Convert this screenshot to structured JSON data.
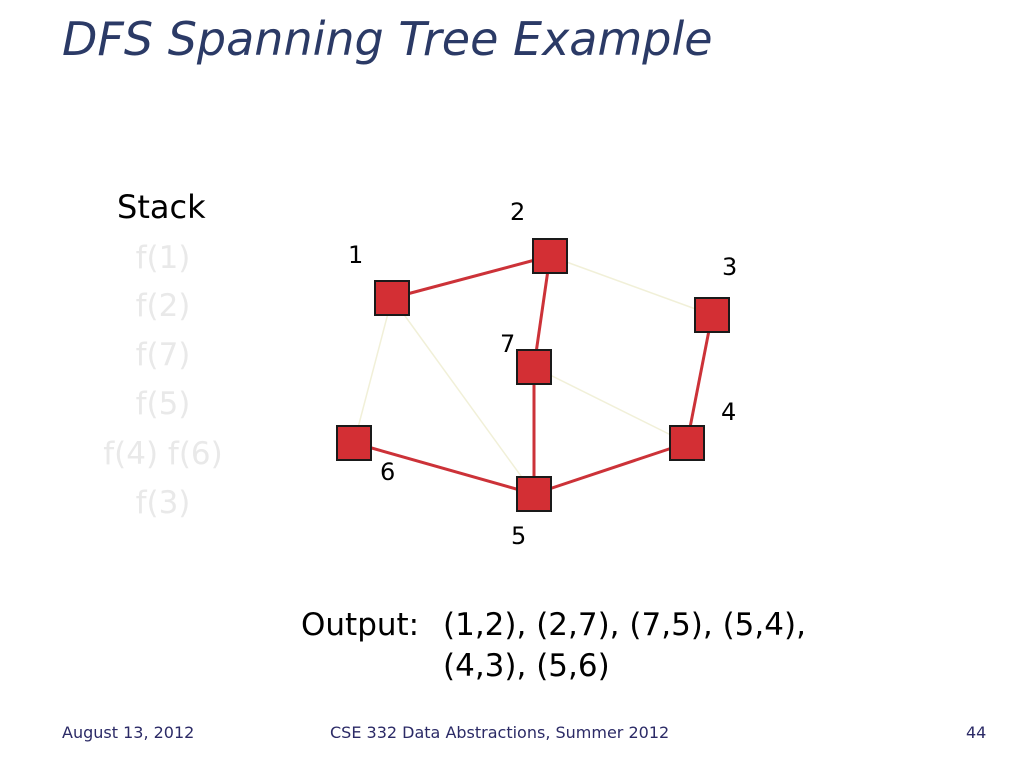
{
  "slide": {
    "title": "DFS Spanning Tree Example"
  },
  "stack": {
    "heading": "Stack",
    "items": [
      "f(1)",
      "f(2)",
      "f(7)",
      "f(5)",
      "f(4)  f(6)",
      "f(3)"
    ]
  },
  "graph": {
    "nodes": [
      {
        "id": "1",
        "label": "1"
      },
      {
        "id": "2",
        "label": "2"
      },
      {
        "id": "3",
        "label": "3"
      },
      {
        "id": "4",
        "label": "4"
      },
      {
        "id": "5",
        "label": "5"
      },
      {
        "id": "6",
        "label": "6"
      },
      {
        "id": "7",
        "label": "7"
      }
    ],
    "tree_edges": [
      [
        "1",
        "2"
      ],
      [
        "2",
        "7"
      ],
      [
        "7",
        "5"
      ],
      [
        "5",
        "4"
      ],
      [
        "4",
        "3"
      ],
      [
        "5",
        "6"
      ]
    ],
    "non_tree_edges": [
      [
        "2",
        "3"
      ],
      [
        "1",
        "5"
      ],
      [
        "1",
        "6"
      ],
      [
        "7",
        "4"
      ]
    ],
    "colors": {
      "node_fill": "#d32f34",
      "node_stroke": "#1a1a1a",
      "tree_edge": "#cc3238",
      "non_tree_edge": "#f1f0d8"
    }
  },
  "output": {
    "label": "Output:",
    "lines": [
      "(1,2), (2,7), (7,5), (5,4),",
      "(4,3), (5,6)"
    ]
  },
  "footer": {
    "date": "August 13, 2012",
    "course": "CSE 332 Data Abstractions, Summer 2012",
    "page": "44"
  }
}
